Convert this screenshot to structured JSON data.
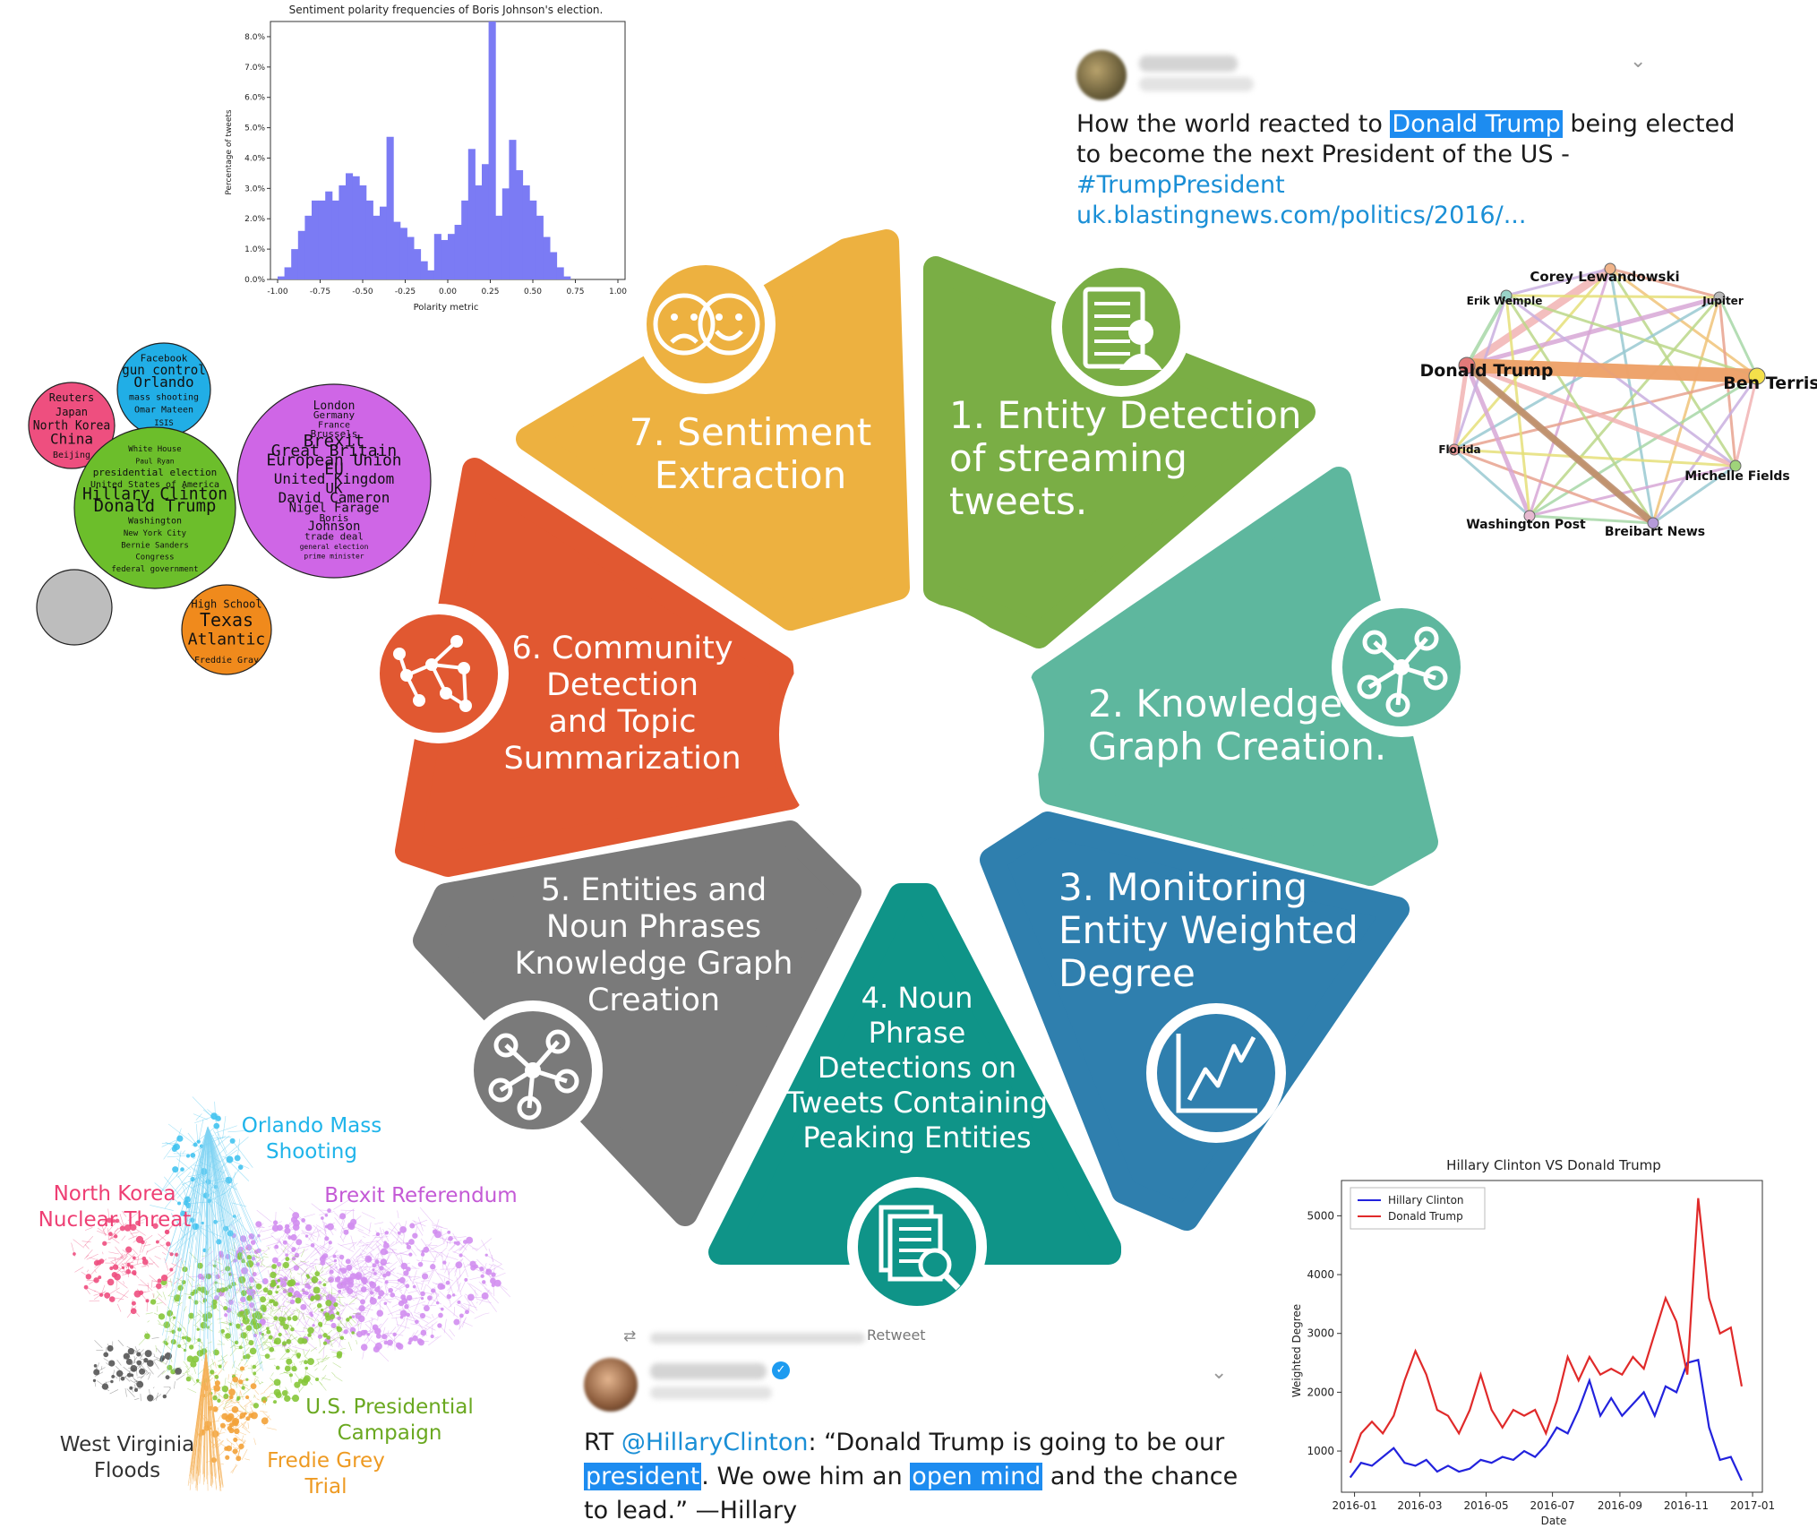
{
  "wheel": {
    "center_hole": true,
    "segments": [
      {
        "id": "1",
        "color": "#7aae45",
        "label_lines": [
          "1. Entity Detection",
          "of streaming",
          "tweets."
        ],
        "icon": "person-document-icon"
      },
      {
        "id": "2",
        "color": "#5eb79e",
        "label_lines": [
          "2. Knowledge",
          "Graph Creation."
        ],
        "icon": "network-icon"
      },
      {
        "id": "3",
        "color": "#2f7fae",
        "label_lines": [
          "3. Monitoring",
          "Entity Weighted",
          "Degree"
        ],
        "icon": "line-chart-icon"
      },
      {
        "id": "4",
        "color": "#0f9488",
        "label_lines": [
          "4. Noun",
          "Phrase",
          "Detections on",
          "Tweets Containing",
          "Peaking Entities"
        ],
        "icon": "document-search-icon"
      },
      {
        "id": "5",
        "color": "#7a7a7a",
        "label_lines": [
          "5. Entities and",
          "Noun Phrases",
          "Knowledge Graph",
          "Creation"
        ],
        "icon": "network-icon"
      },
      {
        "id": "6",
        "color": "#e15831",
        "label_lines": [
          "6. Community",
          "Detection",
          "and Topic",
          "Summarization"
        ],
        "icon": "graph-network-icon"
      },
      {
        "id": "7",
        "color": "#edb140",
        "label_lines": [
          "7. Sentiment",
          "Extraction"
        ],
        "icon": "sad-happy-faces-icon"
      }
    ]
  },
  "tweet_top": {
    "text_before": "How the world reacted to ",
    "highlight": "Donald Trump",
    "text_after": " being elected",
    "line2": "to become the next President of the US -",
    "hashtag": "#TrumpPresident",
    "link": "uk.blastingnews.com/politics/2016/..."
  },
  "tweet_bottom": {
    "retweet_label": "Retweet",
    "mention": "@HillaryClinton",
    "text1": ": “Donald Trump is going to be our",
    "rt": "RT ",
    "highlight1": "president",
    "text2": ". We owe him an ",
    "highlight2": "open mind",
    "text3": " and the chance",
    "line3": "to lead.” —Hillary"
  },
  "knowledge_graph": {
    "nodes": [
      {
        "name": "Corey Lewandowski"
      },
      {
        "name": "Jupiter"
      },
      {
        "name": "Ben Terris"
      },
      {
        "name": "Michelle Fields"
      },
      {
        "name": "Breibart News"
      },
      {
        "name": "Washington Post"
      },
      {
        "name": "Florida"
      },
      {
        "name": "Donald Trump"
      },
      {
        "name": "Erik Wemple"
      }
    ]
  },
  "communities": {
    "labels": [
      {
        "text_lines": [
          "Orlando Mass",
          "Shooting"
        ],
        "color": "#1fb4ea"
      },
      {
        "text_lines": [
          "North Korea",
          "Nuclear Threat"
        ],
        "color": "#ee3f74"
      },
      {
        "text_lines": [
          "Brexit Referendum"
        ],
        "color": "#c45ad6"
      },
      {
        "text_lines": [
          "U.S. Presidential",
          "Campaign"
        ],
        "color": "#6aa820"
      },
      {
        "text_lines": [
          "West Virginia",
          "Floods"
        ],
        "color": "#333333"
      },
      {
        "text_lines": [
          "Fredie Grey",
          "Trial"
        ],
        "color": "#ee9a22"
      }
    ]
  },
  "wordclouds": [
    {
      "color": "#ee4f7f",
      "words": [
        "Reuters",
        "Japan",
        "North Korea",
        "China",
        "Beijing"
      ]
    },
    {
      "color": "#21aee6",
      "words": [
        "Facebook",
        "gun control",
        "Orlando",
        "mass shooting",
        "Omar Mateen",
        "ISIS"
      ]
    },
    {
      "color": "#cf66e6",
      "words": [
        "London",
        "Germany",
        "France",
        "Brussels",
        "Brexit",
        "Great Britain",
        "European Union",
        "EU",
        "United Kingdom",
        "UK",
        "David Cameron",
        "Nigel Farage",
        "Boris",
        "Johnson",
        "trade deal",
        "general election",
        "prime minister"
      ]
    },
    {
      "color": "#6cbe2b",
      "words": [
        "White House",
        "Paul Ryan",
        "presidential election",
        "United States of America",
        "Hillary Clinton",
        "Donald Trump",
        "Washington",
        "New York City",
        "Bernie Sanders",
        "Congress",
        "federal government"
      ]
    },
    {
      "color": "#bdbdbd",
      "words": [
        "",
        "",
        ""
      ]
    },
    {
      "color": "#f08a1c",
      "words": [
        "High School",
        "Texas",
        "Atlantic",
        "Freddie Gray"
      ]
    }
  ],
  "chart_data": [
    {
      "type": "bar",
      "title": "Sentiment polarity frequencies of Boris Johnson's election.",
      "xlabel": "Polarity metric",
      "ylabel": "Percentage of tweets",
      "xlim": [
        -1.0,
        1.0
      ],
      "ylim": [
        0,
        8.5
      ],
      "xticks": [
        "-1.00",
        "-0.75",
        "-0.50",
        "-0.25",
        "0.00",
        "0.25",
        "0.50",
        "0.75",
        "1.00"
      ],
      "yticks": [
        "0.0%",
        "1.0%",
        "2.0%",
        "3.0%",
        "4.0%",
        "5.0%",
        "6.0%",
        "7.0%",
        "8.0%"
      ],
      "bin_width": 0.04,
      "x_start": -1.0,
      "values": [
        0.1,
        0.4,
        1.0,
        1.6,
        2.1,
        2.6,
        2.6,
        2.9,
        2.6,
        3.1,
        3.5,
        3.4,
        3.1,
        2.6,
        2.1,
        2.4,
        4.7,
        1.9,
        1.7,
        1.4,
        1.0,
        0.6,
        0.3,
        1.5,
        1.3,
        1.5,
        1.8,
        2.6,
        4.3,
        3.1,
        3.8,
        8.5,
        2.1,
        3.0,
        4.6,
        3.6,
        3.1,
        2.6,
        2.1,
        1.4,
        0.9,
        0.4,
        0.1,
        0.0
      ],
      "color": "#7b7bf4",
      "grid": false
    },
    {
      "type": "line",
      "title": "Hillary Clinton  VS  Donald Trump",
      "xlabel": "Date",
      "ylabel": "Weighted Degree",
      "xticks": [
        "2016-01",
        "2016-03",
        "2016-05",
        "2016-07",
        "2016-09",
        "2016-11",
        "2017-01"
      ],
      "yticks": [
        "1000",
        "2000",
        "3000",
        "4000",
        "5000"
      ],
      "ylim": [
        300,
        5600
      ],
      "legend": "top-left",
      "x": [
        "2015-12-28",
        "2016-01-07",
        "2016-01-17",
        "2016-01-27",
        "2016-02-06",
        "2016-02-16",
        "2016-02-26",
        "2016-03-07",
        "2016-03-17",
        "2016-03-27",
        "2016-04-06",
        "2016-04-16",
        "2016-04-26",
        "2016-05-06",
        "2016-05-16",
        "2016-05-26",
        "2016-06-05",
        "2016-06-15",
        "2016-06-25",
        "2016-07-05",
        "2016-07-15",
        "2016-07-25",
        "2016-08-04",
        "2016-08-14",
        "2016-08-24",
        "2016-09-03",
        "2016-09-13",
        "2016-09-23",
        "2016-10-03",
        "2016-10-13",
        "2016-10-23",
        "2016-11-02",
        "2016-11-12",
        "2016-11-22",
        "2016-12-02",
        "2016-12-12",
        "2016-12-22"
      ],
      "series": [
        {
          "name": "Hillary Clinton",
          "color": "#2222dd",
          "values": [
            550,
            800,
            750,
            900,
            1050,
            800,
            750,
            850,
            650,
            750,
            650,
            700,
            850,
            800,
            900,
            850,
            1000,
            900,
            1100,
            1400,
            1300,
            1700,
            2200,
            1600,
            1900,
            1600,
            1800,
            2000,
            1600,
            2100,
            2000,
            2500,
            2550,
            1400,
            850,
            900,
            500
          ]
        },
        {
          "name": "Donald Trump",
          "color": "#e02a2a",
          "values": [
            800,
            1300,
            1500,
            1300,
            1600,
            2200,
            2700,
            2300,
            1700,
            1600,
            1300,
            1700,
            2300,
            1700,
            1400,
            1700,
            1600,
            1700,
            1300,
            1850,
            2600,
            2200,
            2600,
            2300,
            2400,
            2300,
            2600,
            2400,
            3000,
            3600,
            3200,
            2300,
            5300,
            3600,
            3000,
            3100,
            2100
          ]
        }
      ]
    }
  ]
}
